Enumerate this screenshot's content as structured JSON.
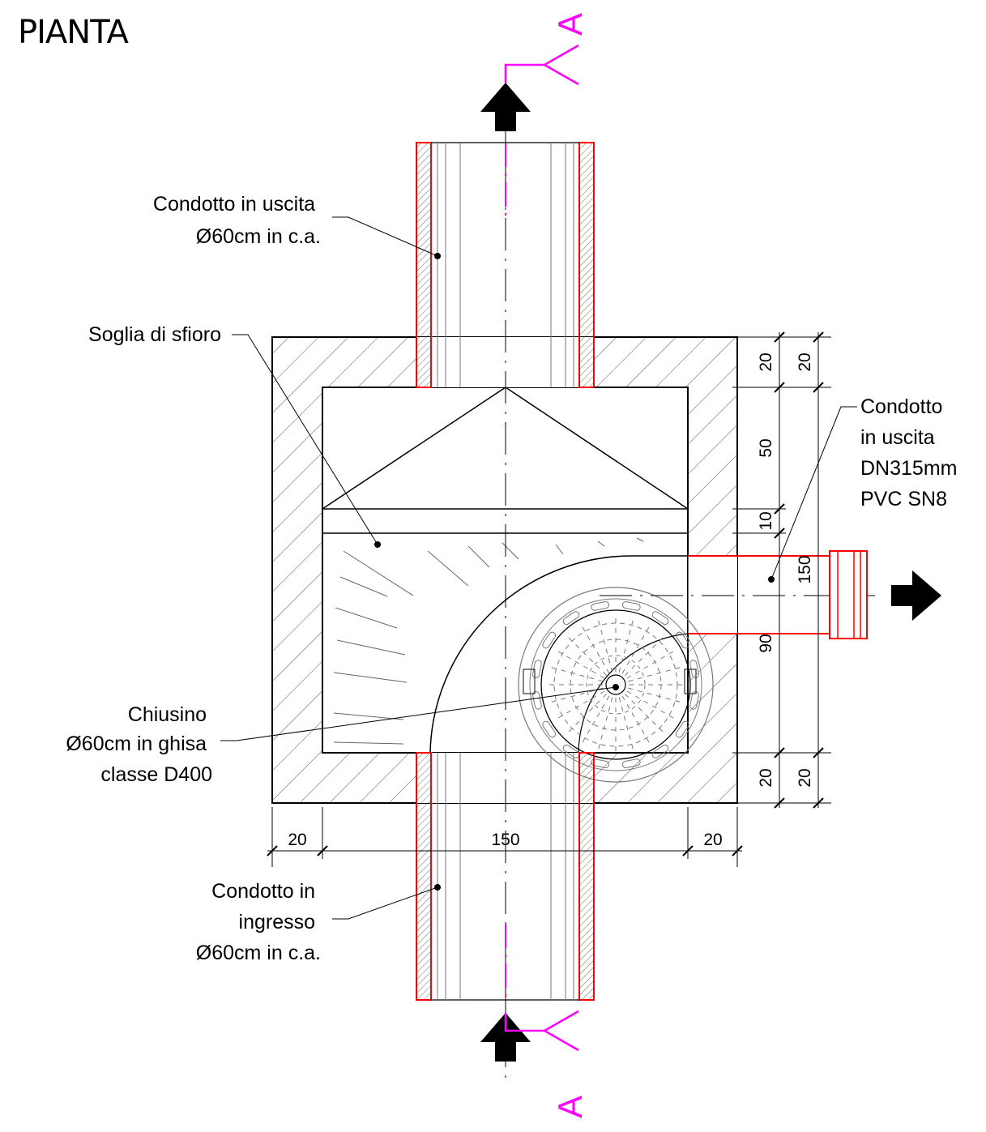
{
  "title": "PIANTA",
  "section_marker": "A",
  "labels": {
    "outlet_top": [
      "Condotto in uscita",
      "Ø60cm in c.a."
    ],
    "weir": [
      "Soglia di sfioro"
    ],
    "outlet_side": [
      "Condotto",
      "in uscita",
      "DN315mm",
      "PVC SN8"
    ],
    "manhole": [
      "Chiusino",
      "Ø60cm in ghisa",
      "classe D400"
    ],
    "inlet": [
      "Condotto in",
      "ingresso",
      "Ø60cm in c.a."
    ]
  },
  "dimensions": {
    "bottom": [
      "20",
      "150",
      "20"
    ],
    "right_inner": [
      "20",
      "50",
      "10",
      "90",
      "20"
    ],
    "right_outer": [
      "20",
      "150",
      "20"
    ]
  },
  "colors": {
    "pipe": "#ff0000",
    "axis": "#ff00ff",
    "line": "#000000"
  }
}
